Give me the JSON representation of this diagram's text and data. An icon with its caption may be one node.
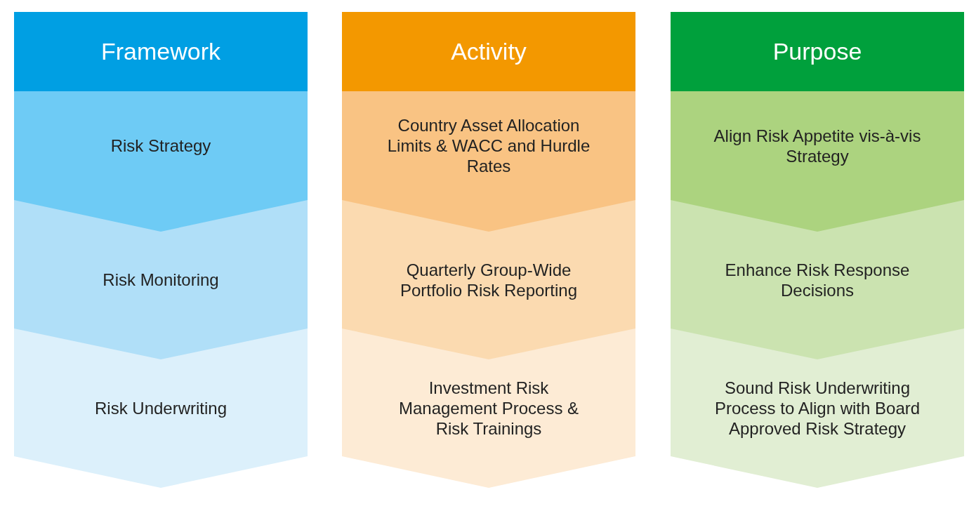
{
  "diagram": {
    "nodes": [
      {
        "text": [
          "Framework"
        ]
      },
      {
        "text": [
          "Risk Strategy"
        ]
      },
      {
        "text": [
          "Risk Monitoring"
        ]
      },
      {
        "text": [
          "Risk Underwriting"
        ]
      },
      {
        "text": [
          "Activity"
        ]
      },
      {
        "text": [
          "Country Asset Allocation Limits & WACC and Hurdle Rates"
        ]
      },
      {
        "text": [
          "Quarterly Group-Wide Portfolio Risk Reporting"
        ]
      },
      {
        "text": [
          "Investment Risk Management Process & Risk Trainings"
        ]
      },
      {
        "text": [
          "Purpose"
        ]
      },
      {
        "text": [
          "Align Risk Appetite vis-à-vis Strategy"
        ]
      },
      {
        "text": [
          "Enhance Risk Response Decisions"
        ]
      },
      {
        "text": [
          "Sound Risk Underwriting Process to Align with Board Approved Risk Strategy"
        ]
      }
    ],
    "edges": []
  }
}
